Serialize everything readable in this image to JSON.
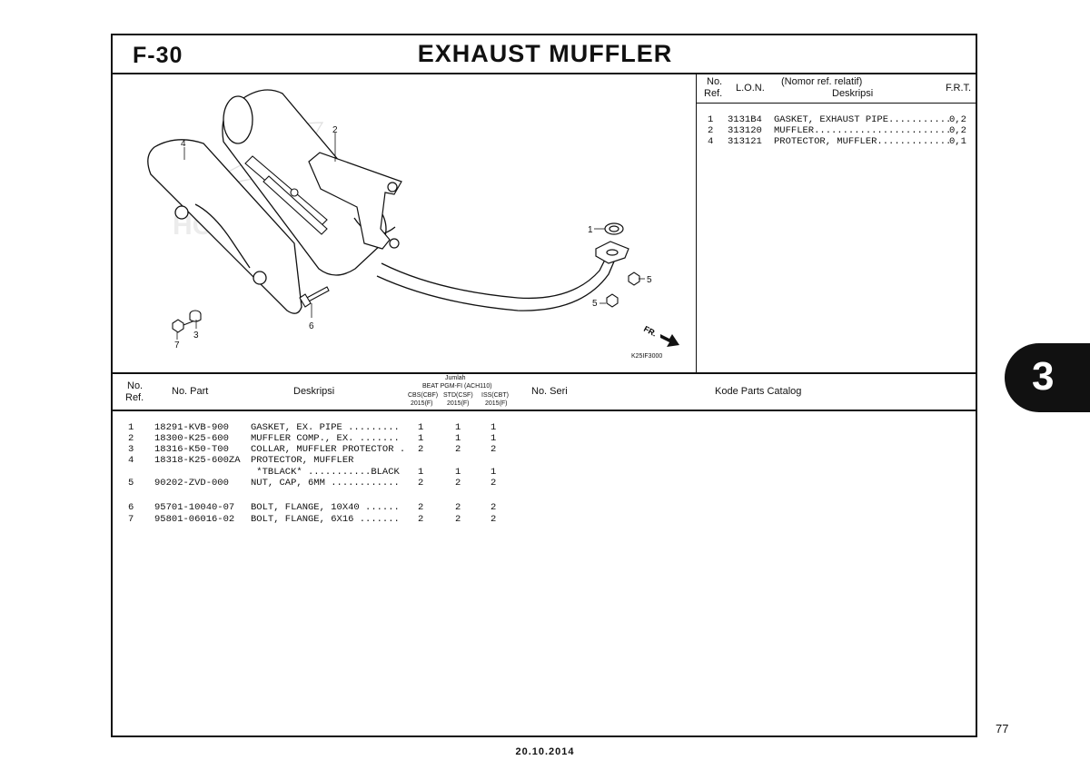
{
  "header": {
    "code": "F-30",
    "title": "EXHAUST MUFFLER"
  },
  "diagram": {
    "callouts": [
      "1",
      "2",
      "3",
      "4",
      "5",
      "5",
      "6",
      "7"
    ],
    "direction_label": "FR.",
    "figure_code": "K25IF3000",
    "brand_watermark": "HONDA"
  },
  "lon_table": {
    "headers": {
      "no_ref": "No.\nRef.",
      "no_ref_a": "No.",
      "no_ref_b": "Ref.",
      "lon": "L.O.N.",
      "desc_a": "(Nomor ref. relatif)",
      "desc_b": "Deskripsi",
      "frt": "F.R.T."
    },
    "rows": [
      {
        "ref": "1",
        "lon": "3131B4",
        "desc": "GASKET, EXHAUST PIPE...........",
        "frt": "0,2"
      },
      {
        "ref": "2",
        "lon": "313120",
        "desc": "MUFFLER........................",
        "frt": "0,2"
      },
      {
        "ref": "4",
        "lon": "313121",
        "desc": "PROTECTOR, MUFFLER.............",
        "frt": "0,1"
      }
    ]
  },
  "parts_table": {
    "headers": {
      "no_ref_a": "No.",
      "no_ref_b": "Ref.",
      "no_part": "No. Part",
      "deskripsi": "Deskripsi",
      "jumlah": "Jumlah",
      "model": "BEAT PGM-FI (ACH110)",
      "variants": [
        {
          "name": "CBS(CBF)",
          "year": "2015(F)"
        },
        {
          "name": "STD(CSF)",
          "year": "2015(F)"
        },
        {
          "name": "ISS(CBT)",
          "year": "2015(F)"
        }
      ],
      "no_seri": "No. Seri",
      "kode_parts_catalog": "Kode Parts Catalog"
    },
    "rows": [
      {
        "ref": "1",
        "part": "18291-KVB-900",
        "desc": "GASKET, EX. PIPE .........",
        "q1": "1",
        "q2": "1",
        "q3": "1"
      },
      {
        "ref": "2",
        "part": "18300-K25-600",
        "desc": "MUFFLER COMP., EX. .......",
        "q1": "1",
        "q2": "1",
        "q3": "1"
      },
      {
        "ref": "3",
        "part": "18316-K50-T00",
        "desc": "COLLAR, MUFFLER PROTECTOR .",
        "q1": "2",
        "q2": "2",
        "q3": "2"
      },
      {
        "ref": "4",
        "part": "18318-K25-600ZA",
        "desc": "PROTECTOR, MUFFLER",
        "q1": "",
        "q2": "",
        "q3": ""
      },
      {
        "ref": "",
        "part": "",
        "desc": " *TBLACK* ...........BLACK",
        "q1": "1",
        "q2": "1",
        "q3": "1"
      },
      {
        "ref": "5",
        "part": "90202-ZVD-000",
        "desc": "NUT, CAP, 6MM ............",
        "q1": "2",
        "q2": "2",
        "q3": "2"
      },
      {
        "ref": "6",
        "part": "95701-10040-07",
        "desc": "BOLT, FLANGE, 10X40 ......",
        "q1": "2",
        "q2": "2",
        "q3": "2"
      },
      {
        "ref": "7",
        "part": "95801-06016-02",
        "desc": "BOLT, FLANGE, 6X16 .......",
        "q1": "2",
        "q2": "2",
        "q3": "2"
      }
    ]
  },
  "side_tab": "3",
  "page_number": "77",
  "date": "20.10.2014"
}
